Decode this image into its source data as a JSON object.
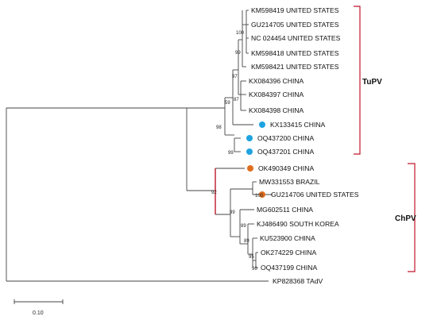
{
  "colors": {
    "blue_marker": "#1fa3e0",
    "orange_marker": "#e06e1f",
    "bracket": "#c0162a"
  },
  "leaves": [
    "KM598419 UNITED STATES",
    "GU214705 UNITED STATES",
    "NC 024454 UNITED STATES",
    "KM598418 UNITED STATES",
    "KM598421 UNITED STATES",
    "KX084396 CHINA",
    "KX084397 CHINA",
    "KX084398 CHINA",
    "KX133415 CHINA",
    "OQ437200 CHINA",
    "OQ437201 CHINA",
    "OK490349 CHINA",
    "MW331553 BRAZIL",
    "GU214706 UNITED STATES",
    "MG602511 CHINA",
    "KJ486490 SOUTH KOREA",
    "KU523900 CHINA",
    "OK274229 CHINA",
    "OQ437199 CHINA",
    "KP828368 TAdV"
  ],
  "bootstrap": [
    "100",
    "99",
    "97",
    "87",
    "59",
    "98",
    "99",
    "100",
    "92",
    "99",
    "89",
    "89",
    "95",
    "96"
  ],
  "clades": {
    "tupv": "TuPV",
    "chpv": "ChPV"
  },
  "scale_bar": {
    "label": "0.10"
  }
}
